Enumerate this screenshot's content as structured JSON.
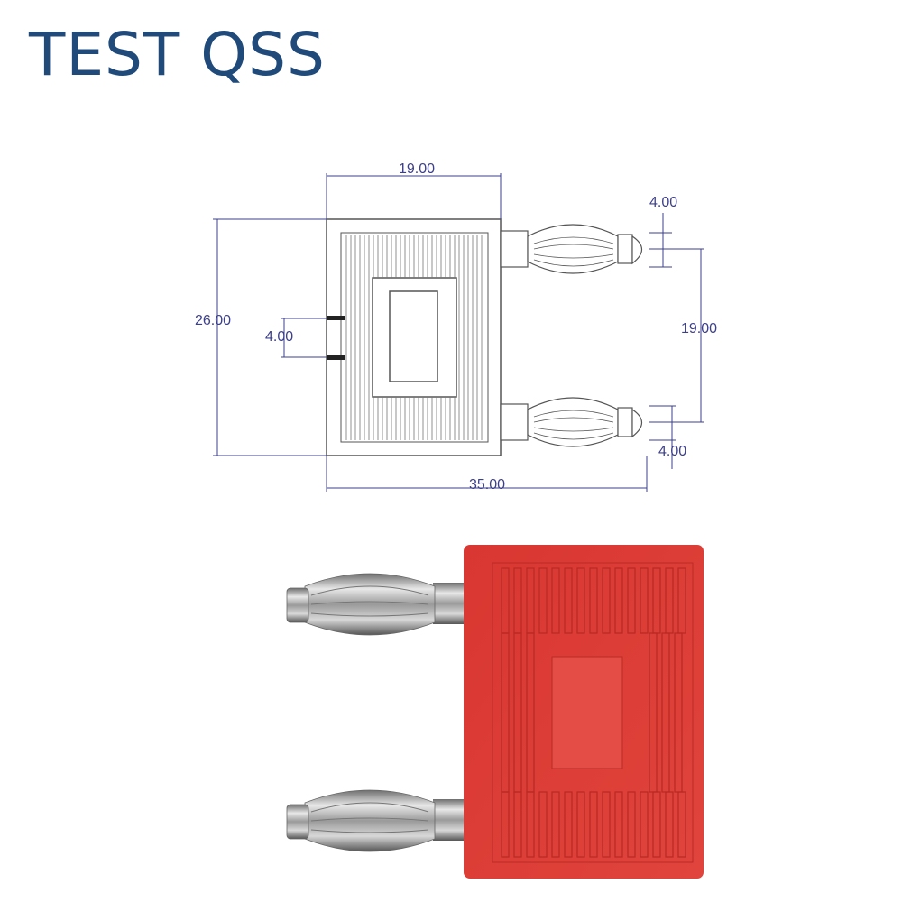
{
  "brand": {
    "title": "TEST QSS"
  },
  "drawing": {
    "dimensions": {
      "body_width": "19.00",
      "body_height": "26.00",
      "slot_gap": "4.00",
      "pin_diameter_top": "4.00",
      "pin_spacing": "19.00",
      "pin_diameter_bottom": "4.00",
      "overall_length": "35.00"
    },
    "colors": {
      "dimension_line": "#3c3f8c",
      "outline": "#555555"
    }
  },
  "product": {
    "colors": {
      "body": "#db3a33",
      "body_highlight": "#e7574f",
      "pin": "#a9a9a9"
    }
  }
}
